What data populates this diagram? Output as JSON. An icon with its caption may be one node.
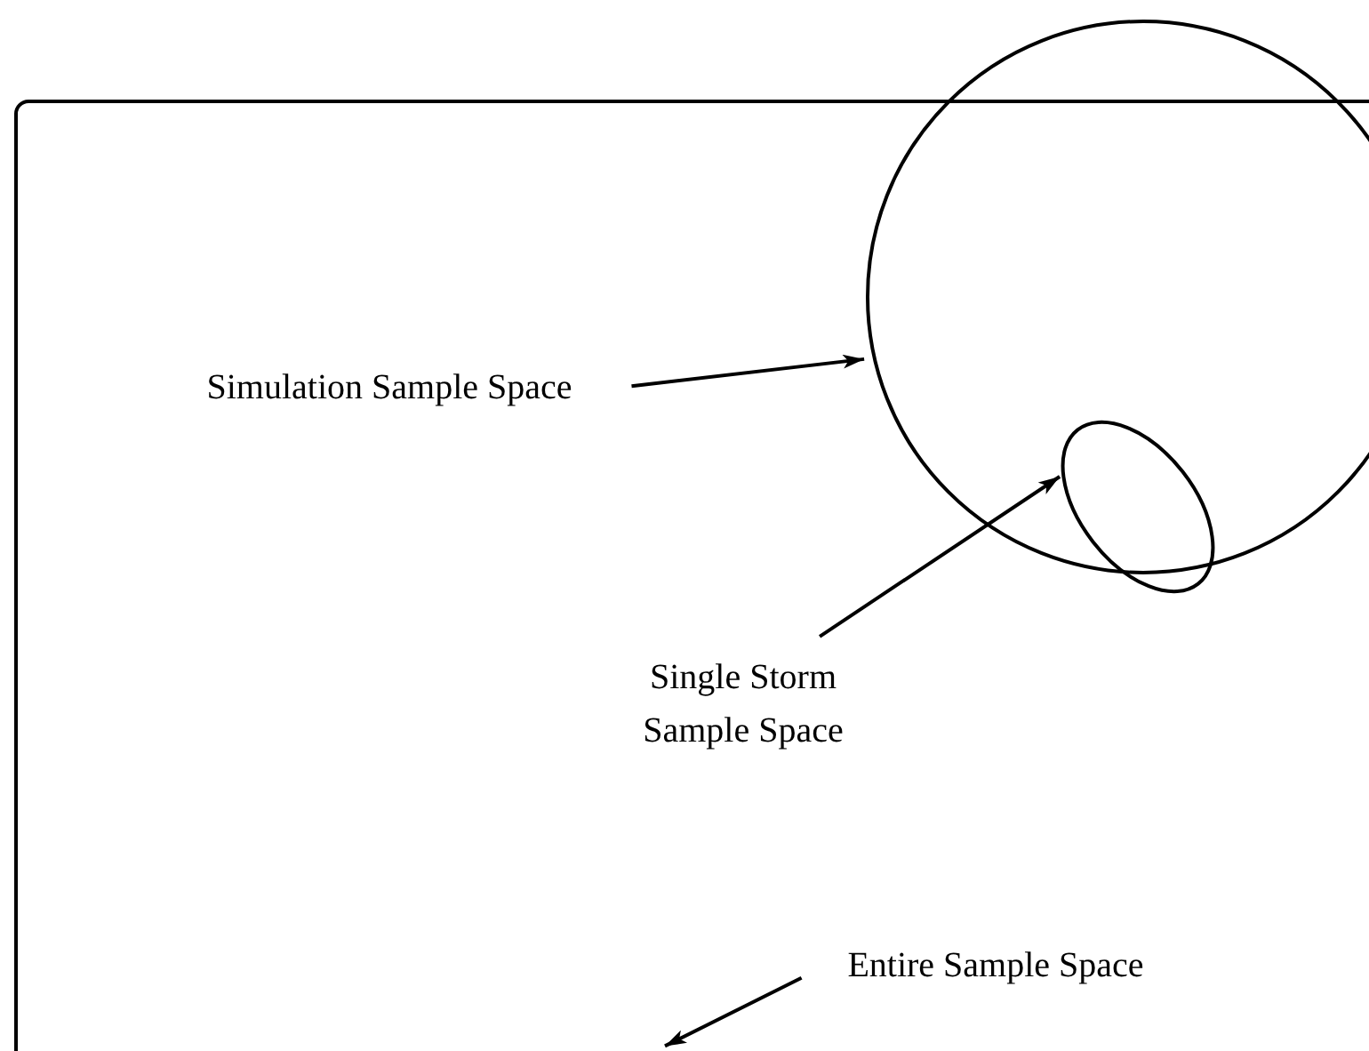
{
  "diagram": {
    "nodes": [
      {
        "text": [],
        "shape": "box"
      },
      {
        "text": [],
        "shape": "circle"
      },
      {
        "text": [],
        "shape": "ellipse",
        "in": 0
      },
      {
        "text": [
          "Simulation Sample Space"
        ],
        "in": 0
      },
      {
        "text": [
          "Single Storm Sample Space"
        ],
        "in": 0
      },
      {
        "text": [
          "Entire Sample Space"
        ],
        "in": 0
      }
    ],
    "edges": [
      {
        "from": 3,
        "to": 1,
        "arrow": "to"
      },
      {
        "from": 4,
        "to": 2,
        "arrow": "to"
      },
      {
        "from": 5,
        "to": 0,
        "arrow": "to"
      }
    ]
  }
}
